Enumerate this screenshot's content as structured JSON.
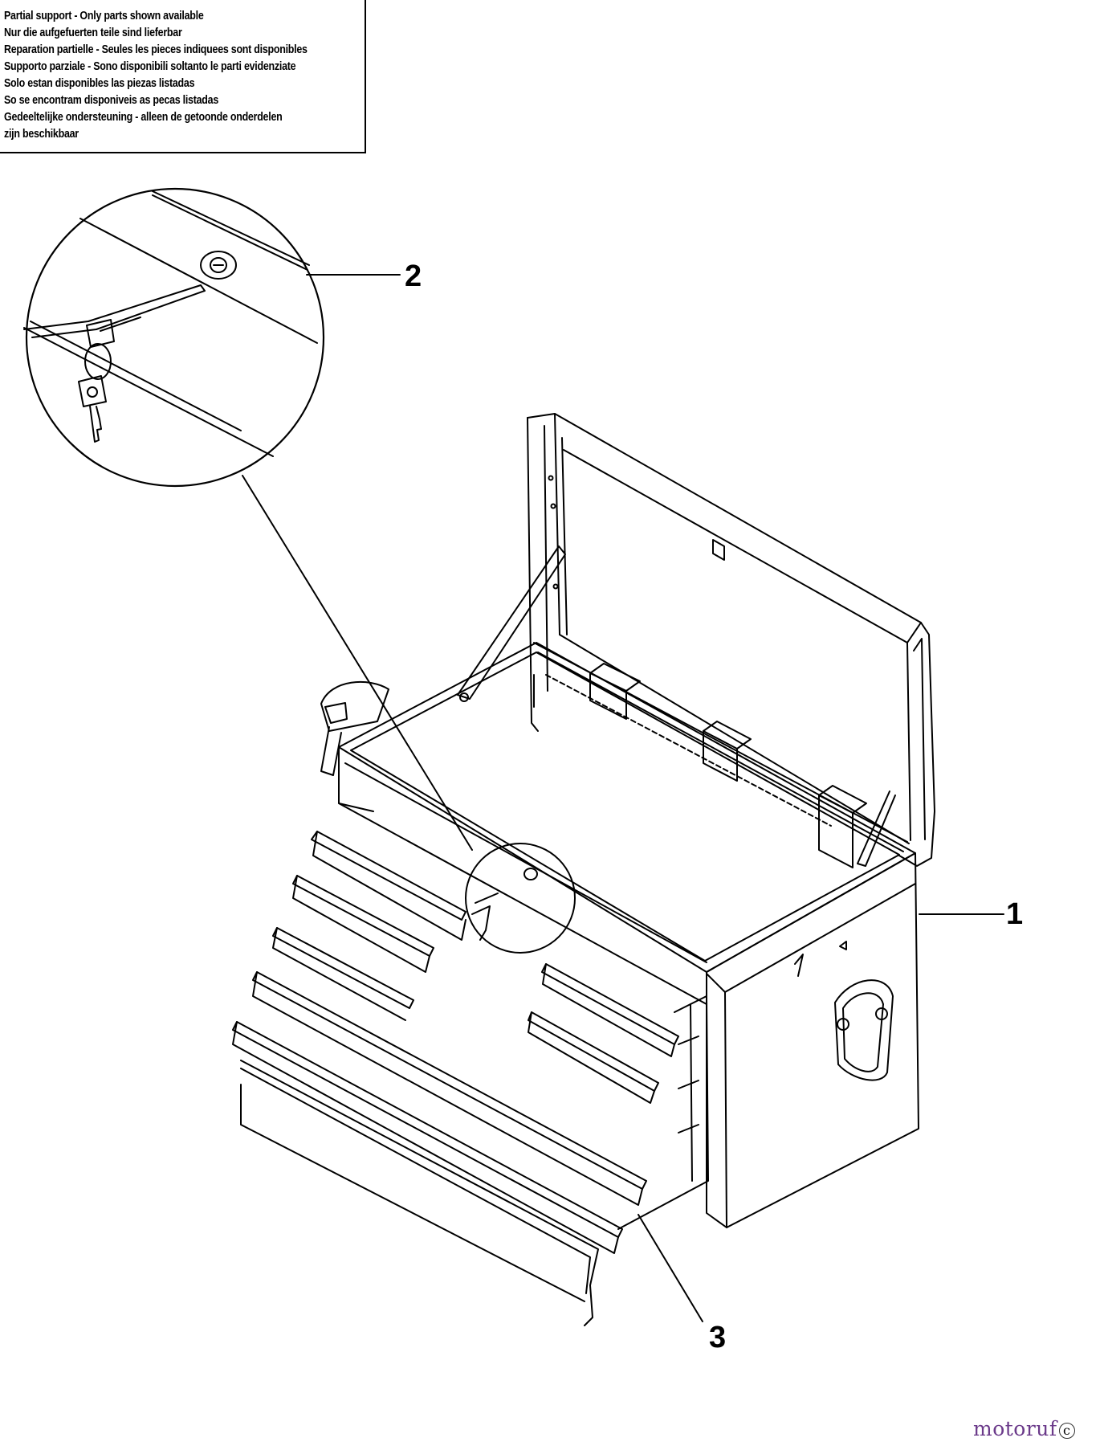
{
  "notice": {
    "lines": [
      "Partial support - Only parts shown available",
      "Nur die aufgefuerten teile sind lieferbar",
      "Reparation partielle - Seules les pieces indiquees sont disponibles",
      "Supporto parziale - Sono disponibili soltanto le parti evidenziate",
      "Solo estan disponibles las piezas listadas",
      "So se encontram disponiveis as pecas listadas",
      "Gedeeltelijke ondersteuning - alleen de getoonde onderdelen",
      "zijn beschikbaar"
    ]
  },
  "callouts": {
    "part1": "1",
    "part2": "2",
    "part3": "3"
  },
  "watermark": {
    "text": "motoruf",
    "badge": "c"
  },
  "colors": {
    "line": "#000000",
    "paper": "#ffffff",
    "watermark_accent": "#2a8a2a"
  }
}
